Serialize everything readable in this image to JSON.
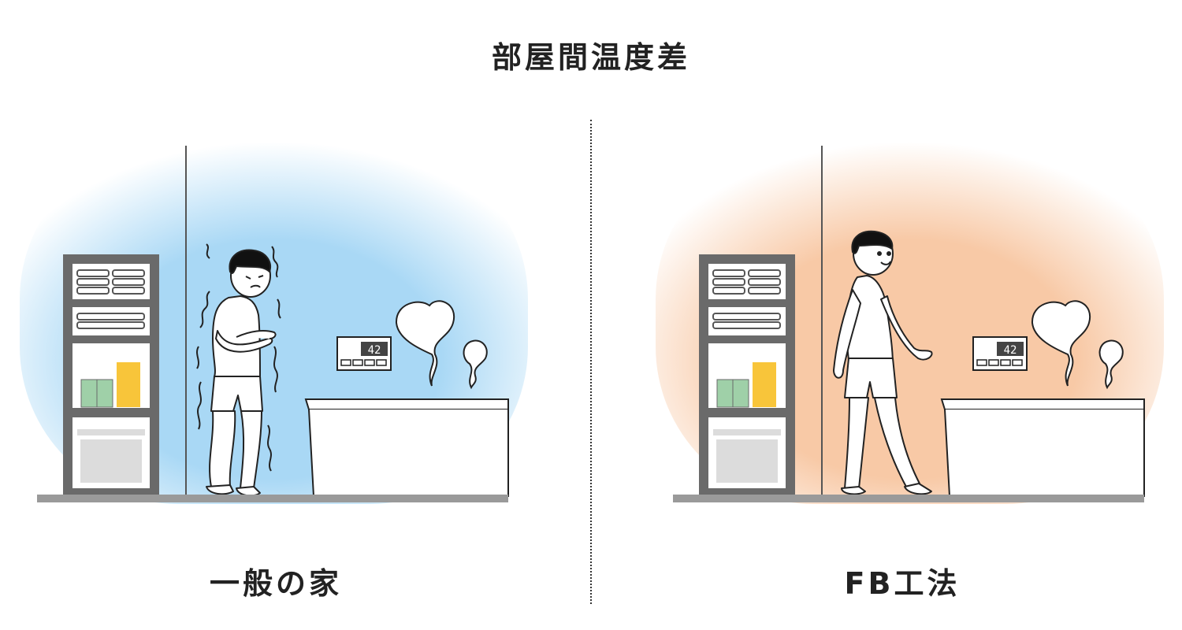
{
  "title": "部屋間温度差",
  "panels": [
    {
      "caption": "一般の家",
      "display_value": "42",
      "glow_color": "#a9d8f5"
    },
    {
      "caption": "FB工法",
      "display_value": "42",
      "glow_color": "#f8c9a6"
    }
  ],
  "colors": {
    "shelf": "#6a6a6a",
    "line": "#222222",
    "floor": "#9a9a9a",
    "bottle_green": "#9fd0a8",
    "bottle_yellow": "#f8c53a",
    "bin": "#dcdcdc"
  }
}
